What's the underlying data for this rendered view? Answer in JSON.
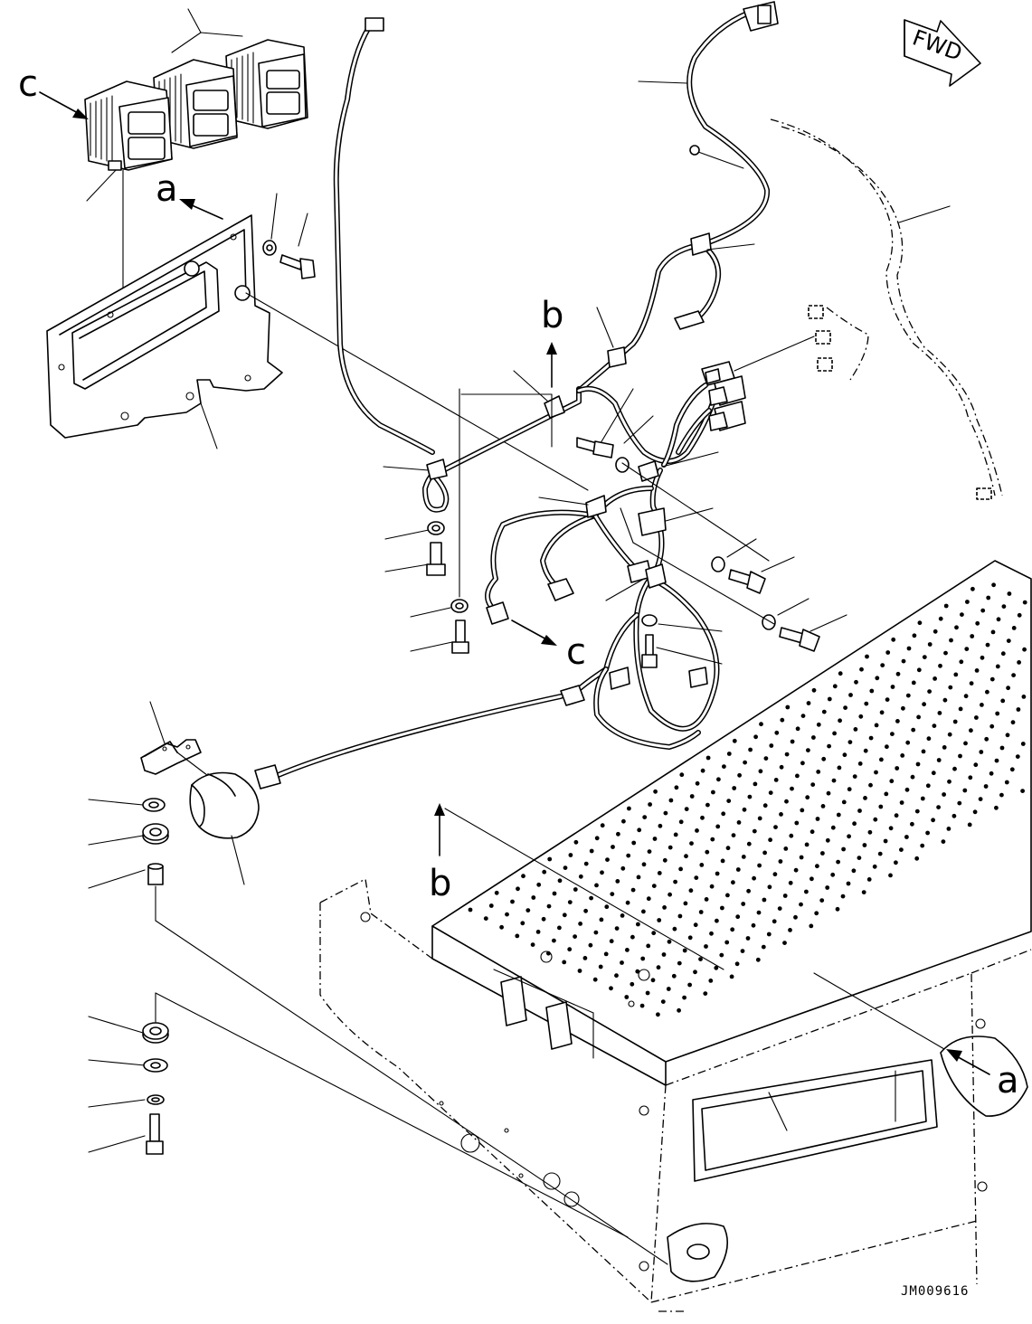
{
  "drawing": {
    "reference_code": "JM009616",
    "direction_label": "FWD"
  },
  "callouts": {
    "a_top": "a",
    "a_bottom": "a",
    "b_top": "b",
    "b_bottom": "b",
    "c_top": "c",
    "c_bottom": "c"
  },
  "icons": {
    "fwd_arrow": "fwd-arrow-icon",
    "lamp": "work-lamp-icon",
    "horn": "horn-icon"
  }
}
